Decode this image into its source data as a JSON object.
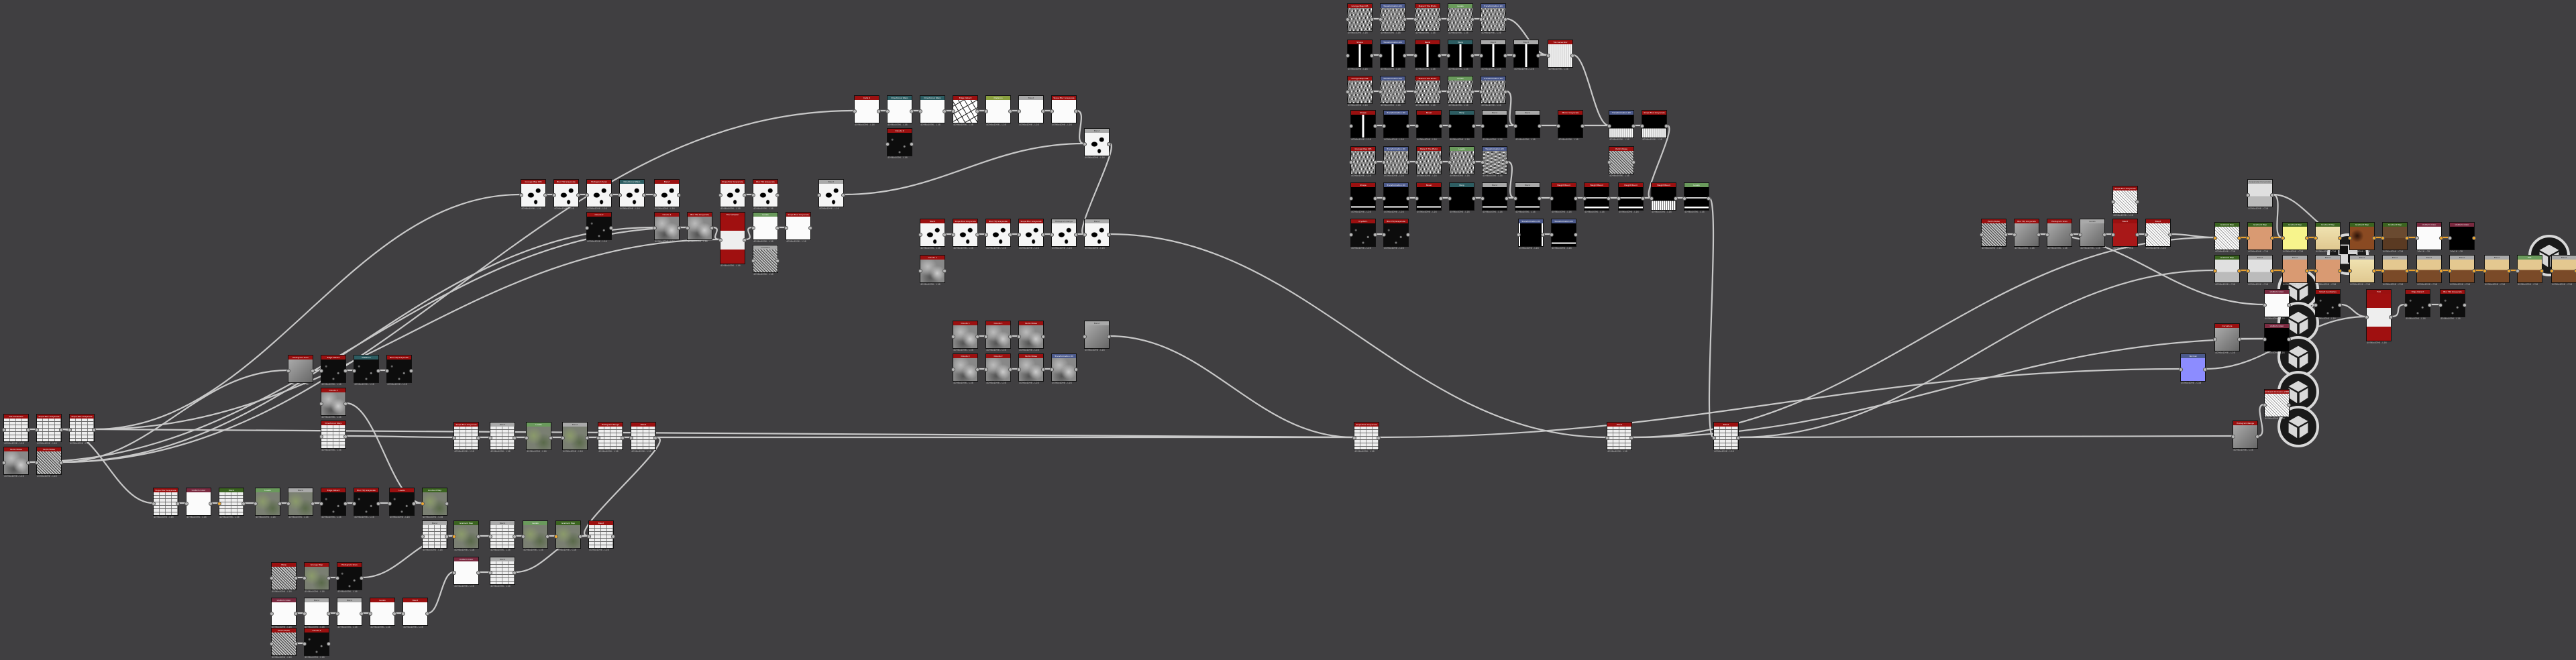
{
  "graph": {
    "nodes": [
      {
        "title": "Tile Generator",
        "info": "4096x4096 - L16"
      },
      {
        "title": "Slope Blur Grayscale",
        "info": "4096x4096 - L16"
      },
      {
        "title": "Slope Blur Grayscale",
        "info": "4096x4096 - L16"
      },
      {
        "title": "Perlin Noise",
        "info": "4096x4096 - L16"
      },
      {
        "title": "Perlin Noise",
        "info": "4096x4096 - L16"
      },
      {
        "title": "Slope Blur Grayscale",
        "info": "4096x4096 - L16"
      },
      {
        "title": "Uniform Color",
        "info": "4096x4096 - L16"
      },
      {
        "title": "Blend",
        "info": "4096x4096 - L16"
      },
      {
        "title": "Levels",
        "info": "4096x4096 - L16"
      },
      {
        "title": "Blend",
        "info": "4096x4096 - L16"
      },
      {
        "title": "Edge Detect",
        "info": "4096x4096 - L16"
      },
      {
        "title": "Blur HQ Grayscale",
        "info": "4096x4096 - L16"
      },
      {
        "title": "Levels",
        "info": "4096x4096 - L16"
      },
      {
        "title": "Gradient Map",
        "info": "4096x4096 - C16"
      },
      {
        "title": "Histogram Scan",
        "info": "4096x4096 - L16"
      },
      {
        "title": "Edge Detect",
        "info": "4096x4096 - L16"
      },
      {
        "title": "Distance",
        "info": "4096x4096 - L16"
      },
      {
        "title": "Blur HQ Grayscale",
        "info": "4096x4096 - L16"
      },
      {
        "title": "Clouds 2",
        "info": "4096x4096 - L16"
      },
      {
        "title": "Directional Warp",
        "info": "4096x4096 - L16"
      },
      {
        "title": "Slope Blur Grayscale",
        "info": "4096x4096 - L16"
      },
      {
        "title": "Blend",
        "info": "4096x4096 - L16"
      },
      {
        "title": "Levels",
        "info": "4096x4096 - L16"
      },
      {
        "title": "Blend",
        "info": "4096x4096 - L16"
      },
      {
        "title": "Histogram Range",
        "info": "4096x4096 - L16"
      },
      {
        "title": "Blend",
        "info": "4096x4096 - L16"
      },
      {
        "title": "Blend",
        "info": "4096x4096 - L16"
      },
      {
        "title": "Gradient Map",
        "info": "4096x4096 - C16"
      },
      {
        "title": "Blend",
        "info": "4096x4096 - L16"
      },
      {
        "title": "Levels",
        "info": "4096x4096 - L16"
      },
      {
        "title": "Gradient Map",
        "info": "4096x4096 - C16"
      },
      {
        "title": "Blend",
        "info": "4096x4096 - L16"
      },
      {
        "title": "Uniform Color",
        "info": "4096x4096 - L16"
      },
      {
        "title": "Blend",
        "info": "4096x4096 - L16"
      },
      {
        "title": "Warp",
        "info": "4096x4096 - L16"
      },
      {
        "title": "Grunge Map",
        "info": "4096x4096 - L16"
      },
      {
        "title": "Histogram Scan",
        "info": "4096x4096 - L16"
      },
      {
        "title": "Uniform Color",
        "info": "4096x4096 - L16"
      },
      {
        "title": "Blend",
        "info": "4096x4096 - L16"
      },
      {
        "title": "Blend",
        "info": "4096x4096 - L16"
      },
      {
        "title": "Levels",
        "info": "4096x4096 - L16"
      },
      {
        "title": "Blend",
        "info": "4096x4096 - L16"
      },
      {
        "title": "Perlin Noise",
        "info": "4096x4096 - L16"
      },
      {
        "title": "Clouds 2",
        "info": "4096x4096 - L16"
      },
      {
        "title": "Grunge Map 005",
        "info": "4096x4096 - L16"
      },
      {
        "title": "Blur HQ Grayscale",
        "info": "4096x4096 - L16"
      },
      {
        "title": "Histogram Scan",
        "info": "4096x4096 - L16"
      },
      {
        "title": "Directional Warp",
        "info": "4096x4096 - L16"
      },
      {
        "title": "Blend",
        "info": "4096x4096 - L16"
      },
      {
        "title": "Clouds 2",
        "info": "4096x4096 - L16"
      },
      {
        "title": "Clouds 1",
        "info": "4096x4096 - L16"
      },
      {
        "title": "Blur HQ Grayscale",
        "info": "4096x4096 - L16"
      },
      {
        "title": "Tile Sampler",
        "info": "4096x4096 - L16"
      },
      {
        "title": "Levels",
        "info": "4096x4096 - L16"
      },
      {
        "title": "Slope Blur Grayscale",
        "info": "4096x4096 - L16"
      },
      {
        "title": "Gradient",
        "info": "4096x4096 - L16"
      },
      {
        "title": "Slope Blur Grayscale",
        "info": "4096x4096 - L16"
      },
      {
        "title": "Blur HQ Grayscale",
        "info": "4096x4096 - L16"
      },
      {
        "title": "Blend",
        "info": "4096x4096 - L16"
      },
      {
        "title": "Cells 4",
        "info": "4096x4096 - L16"
      },
      {
        "title": "Directional Warp",
        "info": "4096x4096 - L16"
      },
      {
        "title": "Directional Warp",
        "info": "4096x4096 - L16"
      },
      {
        "title": "Edge Detect",
        "info": "4096x4096 - L16"
      },
      {
        "title": "Distance",
        "info": "4096x4096 - L16"
      },
      {
        "title": "Blend",
        "info": "4096x4096 - L16"
      },
      {
        "title": "Slope Blur Grayscale",
        "info": "4096x4096 - L16"
      },
      {
        "title": "Clouds 2",
        "info": "4096x4096 - L16"
      },
      {
        "title": "Blend",
        "info": "4096x4096 - L16"
      },
      {
        "title": "Blend",
        "info": "4096x4096 - L16"
      },
      {
        "title": "Slope Blur Grayscale",
        "info": "4096x4096 - L16"
      },
      {
        "title": "Blur HQ Grayscale",
        "info": "4096x4096 - L16"
      },
      {
        "title": "Slope Blur Grayscale",
        "info": "4096x4096 - L16"
      },
      {
        "title": "Histogram Range",
        "info": "4096x4096 - L16"
      },
      {
        "title": "Blend",
        "info": "4096x4096 - L16"
      },
      {
        "title": "Clouds 1",
        "info": "4096x4096 - L16"
      },
      {
        "title": "Clouds 1",
        "info": "4096x4096 - L16"
      },
      {
        "title": "Clouds 1",
        "info": "4096x4096 - L16"
      },
      {
        "title": "Perlin Noise",
        "info": "4096x4096 - L16"
      },
      {
        "title": "Clouds 2",
        "info": "4096x4096 - L16"
      },
      {
        "title": "Clouds 2",
        "info": "4096x4096 - L16"
      },
      {
        "title": "Perlin Noise",
        "info": "4096x4096 - L16"
      },
      {
        "title": "Transformation 2D",
        "info": "4096x4096 - L16"
      },
      {
        "title": "Blend",
        "info": "4096x4096 - L16"
      },
      {
        "title": "Slope Blur Grayscale",
        "info": "4096x4096 - L16"
      },
      {
        "title": "Blend",
        "info": "4096x4096 - L16"
      },
      {
        "title": "Blend",
        "info": "4096x4096 - L16"
      },
      {
        "title": "Grunge Map 005",
        "info": "4096x4096 - L16"
      },
      {
        "title": "Transformation 2D",
        "info": "4096x4096 - L16"
      },
      {
        "title": "Make It Tile Photo",
        "info": "4096x4096 - L16"
      },
      {
        "title": "Levels",
        "info": "4096x4096 - L16"
      },
      {
        "title": "Transformation 2D",
        "info": "4096x4096 - L16"
      },
      {
        "title": "Shape",
        "info": "4096x4096 - L16"
      },
      {
        "title": "Transformation 2D",
        "info": "4096x4096 - L16"
      },
      {
        "title": "Bevel",
        "info": "4096x4096 - L16"
      },
      {
        "title": "Warp",
        "info": "4096x4096 - L16"
      },
      {
        "title": "Blend",
        "info": "4096x4096 - L16"
      },
      {
        "title": "Blend",
        "info": "4096x4096 - L16"
      },
      {
        "title": "Tile Generator",
        "info": "4096x4096 - L16"
      },
      {
        "title": "Grunge Map 005",
        "info": "4096x4096 - L16"
      },
      {
        "title": "Transformation 2D",
        "info": "4096x4096 - L16"
      },
      {
        "title": "Make It Tile Photo",
        "info": "4096x4096 - L16"
      },
      {
        "title": "Levels",
        "info": "4096x4096 - L16"
      },
      {
        "title": "Transformation 2D",
        "info": "4096x4096 - L16"
      },
      {
        "title": "Shape",
        "info": "4096x4096 - L16"
      },
      {
        "title": "Transformation 2D",
        "info": "4096x4096 - L16"
      },
      {
        "title": "Bevel",
        "info": "4096x4096 - L16"
      },
      {
        "title": "Warp",
        "info": "4096x4096 - L16"
      },
      {
        "title": "Blend",
        "info": "4096x4096 - L16"
      },
      {
        "title": "Blend",
        "info": "4096x4096 - L16"
      },
      {
        "title": "Mirror Grayscale",
        "info": "4096x4096 - L16"
      },
      {
        "title": "Transformation 2D",
        "info": "4096x4096 - L16"
      },
      {
        "title": "Slope Blur Grayscale",
        "info": "4096x4096 - L16"
      },
      {
        "title": "Grunge Map 005",
        "info": "4096x4096 - L16"
      },
      {
        "title": "Transformation 2D",
        "info": "4096x4096 - L16"
      },
      {
        "title": "Make It Tile Photo",
        "info": "4096x4096 - L16"
      },
      {
        "title": "Levels",
        "info": "4096x4096 - L16"
      },
      {
        "title": "Transformation 2D",
        "info": "4096x4096 - L16"
      },
      {
        "title": "Perlin Noise",
        "info": "4096x4096 - L16"
      },
      {
        "title": "Shape",
        "info": "4096x4096 - L16"
      },
      {
        "title": "Transformation 2D",
        "info": "4096x4096 - L16"
      },
      {
        "title": "Bevel",
        "info": "4096x4096 - L16"
      },
      {
        "title": "Warp",
        "info": "4096x4096 - L16"
      },
      {
        "title": "Blend",
        "info": "4096x4096 - L16"
      },
      {
        "title": "Blend",
        "info": "4096x4096 - L16"
      },
      {
        "title": "Height Blend",
        "info": "4096x4096 - L16"
      },
      {
        "title": "Height Blend",
        "info": "4096x4096 - L16"
      },
      {
        "title": "Height Blend",
        "info": "4096x4096 - L16"
      },
      {
        "title": "Height Blend",
        "info": "4096x4096 - L16"
      },
      {
        "title": "Levels",
        "info": "4096x4096 - L16"
      },
      {
        "title": "Crystal 1",
        "info": "4096x4096 - L16"
      },
      {
        "title": "Blur HQ Grayscale",
        "info": "4096x4096 - L16"
      },
      {
        "title": "Transformation 2D",
        "info": "4096x4096 - L16"
      },
      {
        "title": "Transformation 2D",
        "info": "4096x4096 - L16"
      },
      {
        "title": "Perlin Noise",
        "info": "4096x4096 - L16"
      },
      {
        "title": "Blur HQ Grayscale",
        "info": "4096x4096 - L16"
      },
      {
        "title": "Histogram Scan",
        "info": "4096x4096 - L16"
      },
      {
        "title": "Levels",
        "info": "4096x4096 - L16"
      },
      {
        "title": "Blend",
        "info": "4096x4096 - L16"
      },
      {
        "title": "Blend",
        "info": "4096x4096 - L16"
      },
      {
        "title": "Slope Blur Grayscale",
        "info": "4096x4096 - L16"
      },
      {
        "title": "Grayscale Conversion",
        "info": "4096x4096 - C16"
      },
      {
        "title": "Gradient Map",
        "info": "4096x4096 - C16"
      },
      {
        "title": "Gradient Map",
        "info": "4096x4096 - C16"
      },
      {
        "title": "Gradient Map",
        "info": "4096x4096 - C16"
      },
      {
        "title": "Gradient Map",
        "info": "4096x4096 - C16"
      },
      {
        "title": "Gradient Map",
        "info": "4096x4096 - C16"
      },
      {
        "title": "Gradient Map",
        "info": "4096x4096 - C16"
      },
      {
        "title": "Uniform Color",
        "info": "16x16 - C8"
      },
      {
        "title": "Uniform Color",
        "info": "16x16 - C8"
      },
      {
        "title": "Gradient Map",
        "info": "4096x4096 - C16"
      },
      {
        "title": "Blend",
        "info": "4096x4096 - C16"
      },
      {
        "title": "Blend",
        "info": "4096x4096 - C16"
      },
      {
        "title": "Blend",
        "info": "4096x4096 - C16"
      },
      {
        "title": "Blend",
        "info": "4096x4096 - C16"
      },
      {
        "title": "Blend",
        "info": "4096x4096 - C16"
      },
      {
        "title": "Blend",
        "info": "4096x4096 - C16"
      },
      {
        "title": "Blend",
        "info": "4096x4096 - C16"
      },
      {
        "title": "Blend",
        "info": "4096x4096 - C16"
      },
      {
        "title": "HSL",
        "info": "4096x4096 - C16"
      },
      {
        "title": "Blend",
        "info": "4096x4096 - C16"
      },
      {
        "title": "Uniform Color",
        "info": "4096x4096 - L16"
      },
      {
        "title": "Smart Auxiliaries",
        "info": "4096x4096 - L16"
      },
      {
        "title": "Tint",
        "info": "4096x4096 - L16"
      },
      {
        "title": "Edge Detect",
        "info": "4096x4096 - L16"
      },
      {
        "title": "Blur HQ Grayscale",
        "info": "4096x4096 - L16"
      },
      {
        "title": "Curvature",
        "info": "4096x4096 - L16"
      },
      {
        "title": "Uniform Color",
        "info": "4096x4096 - L16"
      },
      {
        "title": "Normal",
        "info": "4096x4096 - C16"
      },
      {
        "title": "Ambient Occlusion (HBAO)",
        "info": "4096x4096 - L16"
      },
      {
        "title": "Histogram Range",
        "info": "4096x4096 - L16"
      }
    ],
    "outputs": [
      {
        "icon": "cube-icon"
      },
      {
        "icon": "cube-icon"
      },
      {
        "icon": "cube-icon"
      },
      {
        "icon": "cube-icon"
      },
      {
        "icon": "cube-icon"
      },
      {
        "icon": "checker-icon"
      },
      {
        "icon": "cube-icon"
      }
    ],
    "colors": {
      "background": "#403f41",
      "wire": "#c8c8c8",
      "wire_color": "#e8a030"
    }
  }
}
